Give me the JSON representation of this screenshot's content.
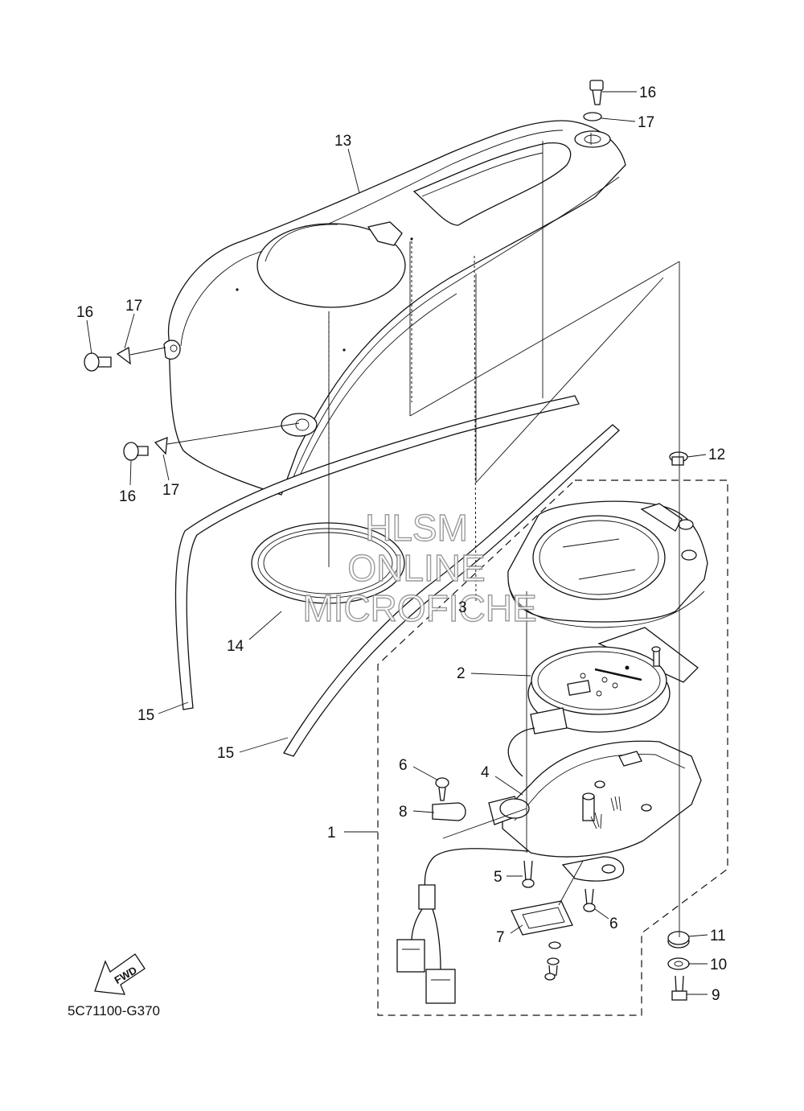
{
  "diagram_code": "5C71100-G370",
  "fwd_label": "FWD",
  "watermark": {
    "line1": "HLSM",
    "line2": "ONLINE",
    "line3": "MICROFICHE"
  },
  "callouts": {
    "c1": "1",
    "c2": "2",
    "c3": "3",
    "c4": "4",
    "c5": "5",
    "c6a": "6",
    "c6b": "6",
    "c7": "7",
    "c8": "8",
    "c9": "9",
    "c10": "10",
    "c11": "11",
    "c12": "12",
    "c13": "13",
    "c14": "14",
    "c15a": "15",
    "c15b": "15",
    "c16a": "16",
    "c16b": "16",
    "c16c": "16",
    "c17a": "17",
    "c17b": "17",
    "c17c": "17"
  }
}
